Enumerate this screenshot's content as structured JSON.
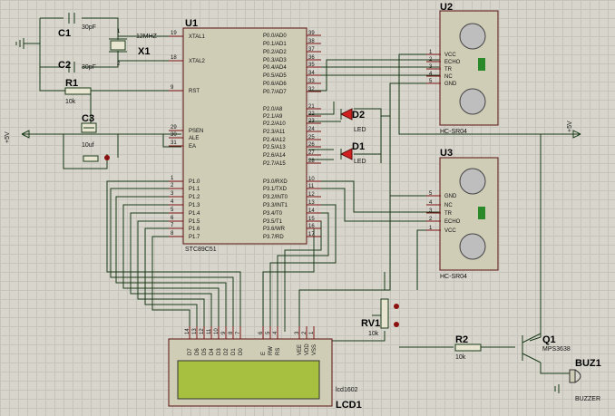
{
  "mcu": {
    "ref": "U1",
    "part": "STC89C51",
    "left_pins": [
      {
        "num": "19",
        "name": "XTAL1"
      },
      {
        "num": "18",
        "name": "XTAL2"
      },
      {
        "num": "9",
        "name": "RST"
      },
      {
        "num": "29",
        "name": "PSEN"
      },
      {
        "num": "30",
        "name": "ALE"
      },
      {
        "num": "31",
        "name": "EA"
      },
      {
        "num": "1",
        "name": "P1.0"
      },
      {
        "num": "2",
        "name": "P1.1"
      },
      {
        "num": "3",
        "name": "P1.2"
      },
      {
        "num": "4",
        "name": "P1.3"
      },
      {
        "num": "5",
        "name": "P1.4"
      },
      {
        "num": "6",
        "name": "P1.5"
      },
      {
        "num": "7",
        "name": "P1.6"
      },
      {
        "num": "8",
        "name": "P1.7"
      }
    ],
    "right_pins": [
      {
        "num": "39",
        "name": "P0.0/AD0"
      },
      {
        "num": "38",
        "name": "P0.1/AD1"
      },
      {
        "num": "37",
        "name": "P0.2/AD2"
      },
      {
        "num": "36",
        "name": "P0.3/AD3"
      },
      {
        "num": "35",
        "name": "P0.4/AD4"
      },
      {
        "num": "34",
        "name": "P0.5/AD5"
      },
      {
        "num": "33",
        "name": "P0.6/AD6"
      },
      {
        "num": "32",
        "name": "P0.7/AD7"
      },
      {
        "num": "21",
        "name": "P2.0/A8"
      },
      {
        "num": "22",
        "name": "P2.1/A9"
      },
      {
        "num": "23",
        "name": "P2.2/A10"
      },
      {
        "num": "24",
        "name": "P2.3/A11"
      },
      {
        "num": "25",
        "name": "P2.4/A12"
      },
      {
        "num": "26",
        "name": "P2.5/A13"
      },
      {
        "num": "27",
        "name": "P2.6/A14"
      },
      {
        "num": "28",
        "name": "P2.7/A15"
      },
      {
        "num": "10",
        "name": "P3.0/RXD"
      },
      {
        "num": "11",
        "name": "P3.1/TXD"
      },
      {
        "num": "12",
        "name": "P3.2/INT0"
      },
      {
        "num": "13",
        "name": "P3.3/INT1"
      },
      {
        "num": "14",
        "name": "P3.4/T0"
      },
      {
        "num": "15",
        "name": "P3.5/T1"
      },
      {
        "num": "16",
        "name": "P3.6/WR"
      },
      {
        "num": "17",
        "name": "P3.7/RD"
      }
    ]
  },
  "c1": {
    "ref": "C1",
    "value": "30pF"
  },
  "c2": {
    "ref": "C2",
    "value": "30pF"
  },
  "x1": {
    "ref": "X1",
    "value": "12MHZ",
    "pin1": "1",
    "pin2": "2"
  },
  "r1": {
    "ref": "R1",
    "value": "10k"
  },
  "c3": {
    "ref": "C3",
    "value": "10uf"
  },
  "power": {
    "left": "+5V",
    "right": "+5V"
  },
  "u2": {
    "ref": "U2",
    "part": "HC-SR04",
    "pins": [
      {
        "num": "1",
        "name": "VCC"
      },
      {
        "num": "2",
        "name": "ECHO"
      },
      {
        "num": "3",
        "name": "TR"
      },
      {
        "num": "4",
        "name": "NC"
      },
      {
        "num": "5",
        "name": "GND"
      }
    ]
  },
  "u3": {
    "ref": "U3",
    "part": "HC-SR04",
    "pins": [
      {
        "num": "5",
        "name": "GND"
      },
      {
        "num": "4",
        "name": "NC"
      },
      {
        "num": "3",
        "name": "TR"
      },
      {
        "num": "2",
        "name": "ECHO"
      },
      {
        "num": "1",
        "name": "VCC"
      }
    ]
  },
  "d2": {
    "ref": "D2",
    "value": "LED"
  },
  "d1": {
    "ref": "D1",
    "value": "LED"
  },
  "lcd": {
    "ref": "LCD1",
    "part": "lcd1602",
    "pins": [
      {
        "num": "14",
        "name": "D7"
      },
      {
        "num": "13",
        "name": "D6"
      },
      {
        "num": "12",
        "name": "D5"
      },
      {
        "num": "11",
        "name": "D4"
      },
      {
        "num": "10",
        "name": "D3"
      },
      {
        "num": "9",
        "name": "D2"
      },
      {
        "num": "8",
        "name": "D1"
      },
      {
        "num": "7",
        "name": "D0"
      },
      {
        "num": "6",
        "name": "E"
      },
      {
        "num": "5",
        "name": "RW"
      },
      {
        "num": "4",
        "name": "RS"
      },
      {
        "num": "3",
        "name": "VEE"
      },
      {
        "num": "2",
        "name": "VDD"
      },
      {
        "num": "1",
        "name": "VSS"
      }
    ]
  },
  "rv1": {
    "ref": "RV1",
    "value": "10k"
  },
  "r2": {
    "ref": "R2",
    "value": "10k"
  },
  "q1": {
    "ref": "Q1",
    "value": "MPS3638"
  },
  "buz": {
    "ref": "BUZ1",
    "value": "BUZZER"
  }
}
